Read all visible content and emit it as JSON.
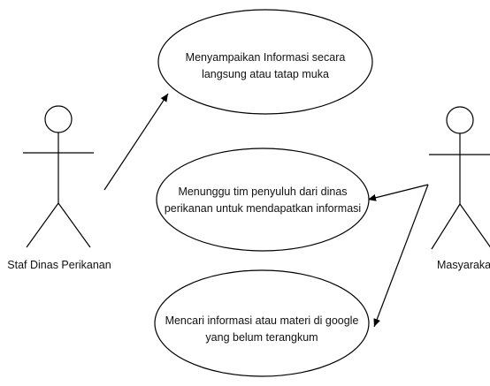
{
  "actors": {
    "staff": {
      "label": "Staf Dinas Perikanan"
    },
    "community": {
      "label": "Masyarakat"
    }
  },
  "use_cases": [
    {
      "id": "uc1",
      "line1": "Menyampaikan Informasi secara",
      "line2": "langsung atau tatap muka"
    },
    {
      "id": "uc2",
      "line1": "Menunggu tim penyuluh dari dinas",
      "line2": "perikanan untuk mendapatkan informasi"
    },
    {
      "id": "uc3",
      "line1": "Mencari informasi atau materi di google",
      "line2": "yang belum terangkum"
    }
  ],
  "colors": {
    "stroke": "#000000",
    "background": "#ffffff",
    "text": "#111111"
  }
}
